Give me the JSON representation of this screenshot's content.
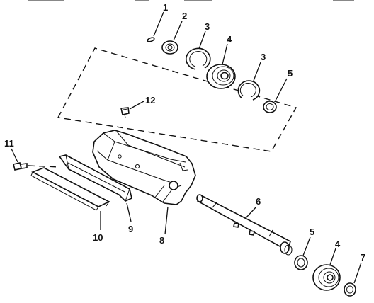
{
  "callouts": {
    "c1": "1",
    "c2": "2",
    "c3a": "3",
    "c4a": "4",
    "c3b": "3",
    "c5a": "5",
    "c12": "12",
    "c11": "11",
    "c6": "6",
    "c5b": "5",
    "c4b": "4",
    "c7": "7",
    "c10": "10",
    "c9": "9",
    "c8": "8"
  }
}
